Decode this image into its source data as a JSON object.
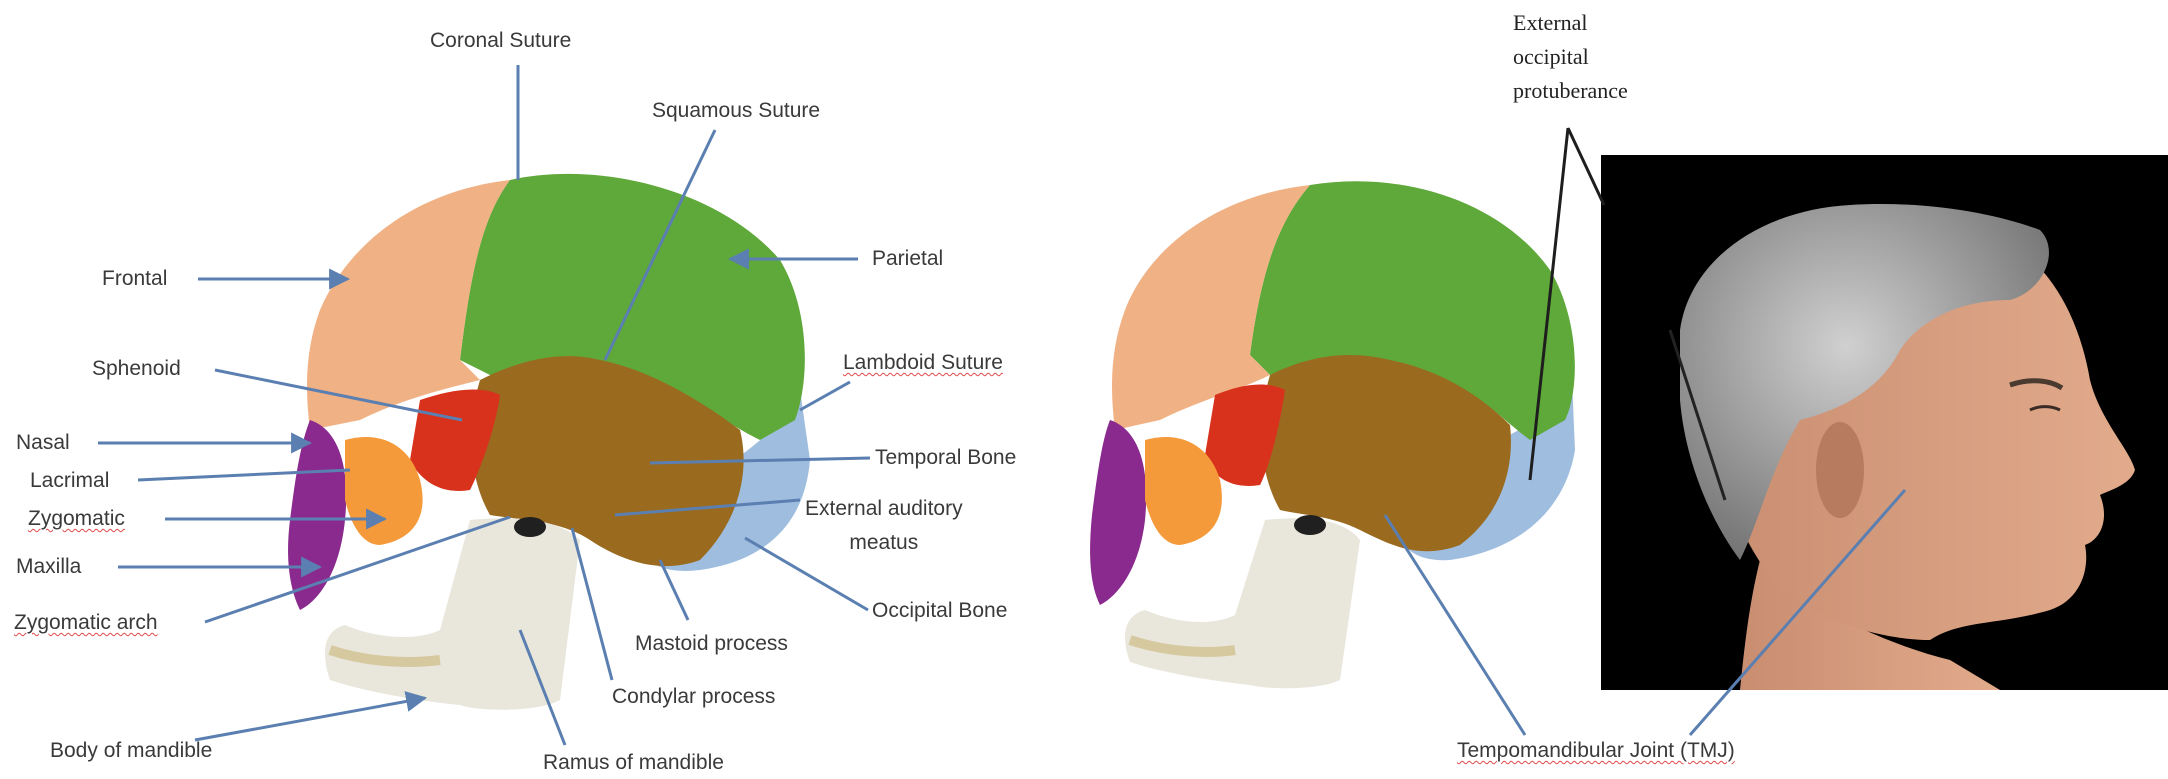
{
  "left_labels": {
    "coronal_suture": "Coronal Suture",
    "squamous_suture": "Squamous Suture",
    "frontal": "Frontal",
    "parietal": "Parietal",
    "sphenoid": "Sphenoid",
    "lambdoid_suture": "Lambdoid Suture",
    "nasal": "Nasal",
    "temporal_bone": "Temporal Bone",
    "lacrimal": "Lacrimal",
    "external_auditory_line1": "External auditory",
    "external_auditory_line2": "meatus",
    "zygomatic": "Zygomatic",
    "maxilla": "Maxilla",
    "zygomatic_arch": "Zygomatic arch",
    "occipital_bone": "Occipital Bone",
    "mastoid_process": "Mastoid process",
    "condylar_process": "Condylar process",
    "body_of_mandible": "Body of mandible",
    "ramus_of_mandible": "Ramus of mandible"
  },
  "right_labels": {
    "external_occipital_line1": "External",
    "external_occipital_line2": "occipital",
    "external_occipital_line3": "protuberance",
    "tmj": "Tempomandibular Joint (TMJ)"
  },
  "colors": {
    "frontal": "#f0b184",
    "parietal": "#5fa83a",
    "temporal": "#9a6a1f",
    "sphenoid": "#d8321c",
    "occipital": "#9ebddf",
    "maxilla": "#8a2a8e",
    "zygomatic": "#f49a3a",
    "mandible": "#e9e7dc",
    "leader_line": "#5a7fb0",
    "photo_background": "#000000"
  }
}
